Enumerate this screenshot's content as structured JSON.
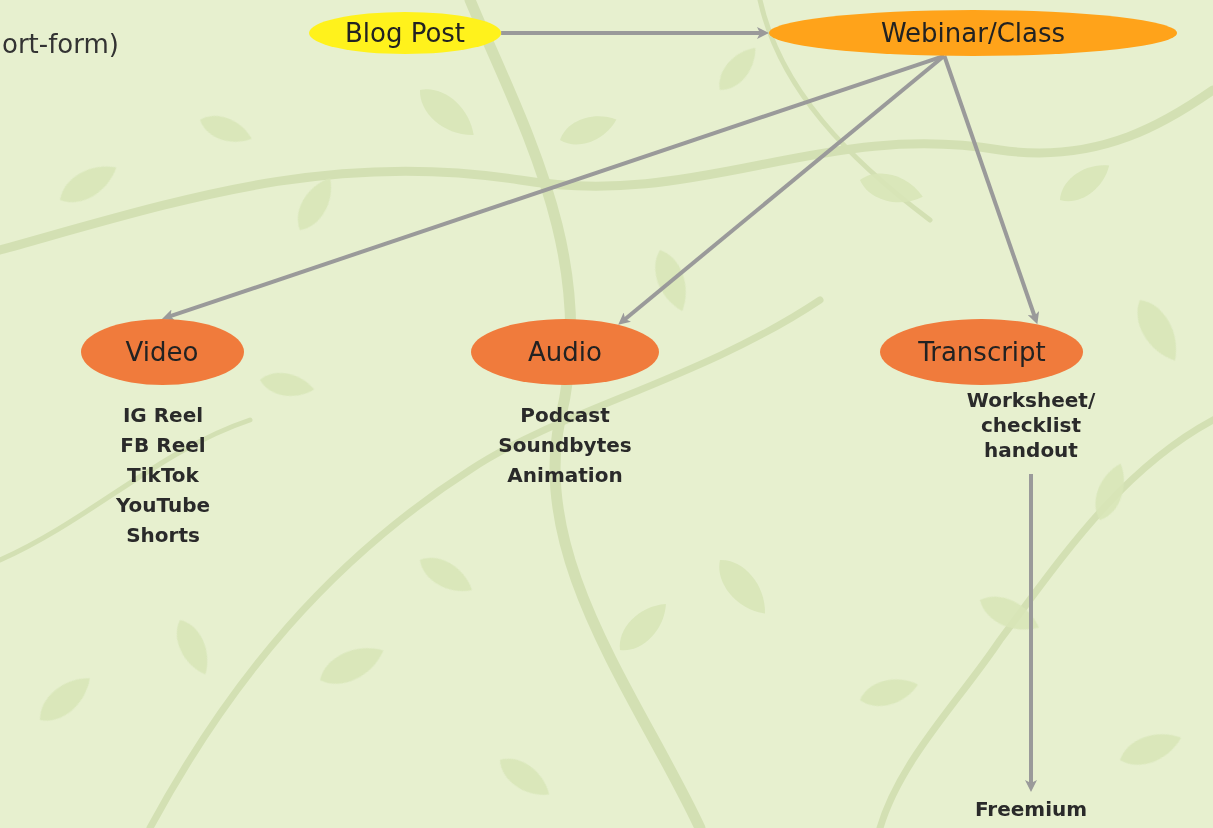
{
  "diagram": {
    "nodes": [
      {
        "text": [
          "Blog Post"
        ]
      },
      {
        "text": [
          "Webinar/Class"
        ]
      },
      {
        "text": [
          "Video"
        ]
      },
      {
        "text": [
          "Audio"
        ]
      },
      {
        "text": [
          "Transcript"
        ]
      }
    ],
    "edges": [
      {
        "from": 0,
        "to": 1,
        "arrow": "to"
      },
      {
        "from": 1,
        "to": 2,
        "arrow": "to"
      },
      {
        "from": 1,
        "to": 3,
        "arrow": "to"
      },
      {
        "from": 1,
        "to": 4,
        "arrow": "to"
      }
    ],
    "labels": [
      "ort-form)",
      "IG Reel",
      "FB Reel",
      "TikTok",
      "YouTube Shorts",
      "Podcast",
      "Soundbytes",
      "Animation",
      "Worksheet/ checklist handout",
      "Freemium"
    ]
  }
}
